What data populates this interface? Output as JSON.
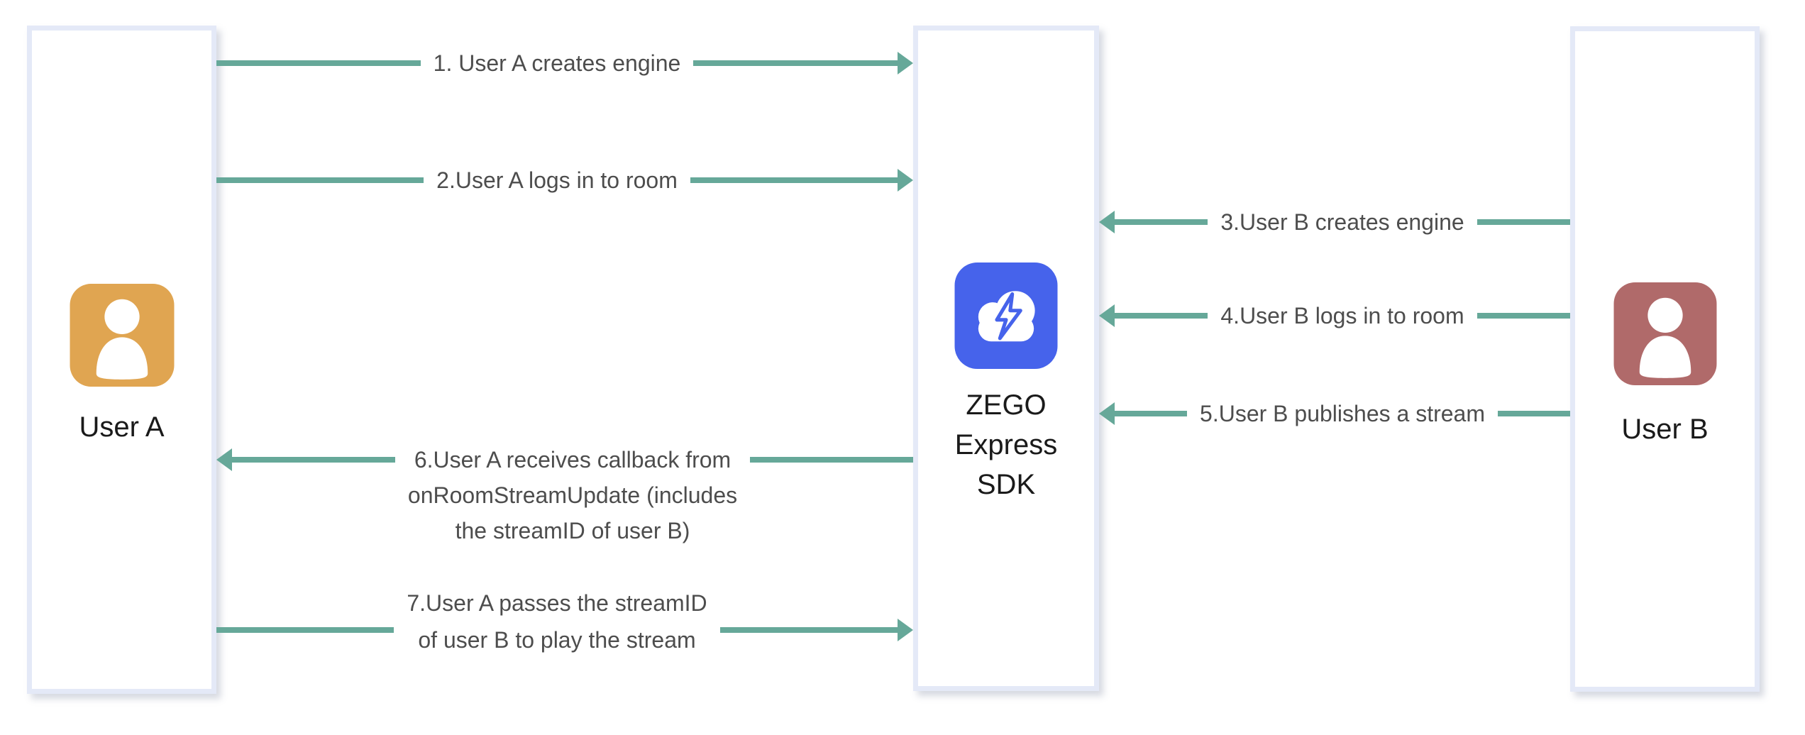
{
  "page": {
    "background": "#ffffff"
  },
  "palette": {
    "arrow": "#66a899",
    "column_border": "#e4e9f7",
    "column_fill": "#ffffff",
    "label_text": "#4d4d4d",
    "title_text": "#1a1a1a",
    "user_a_accent": "#e0a551",
    "user_b_accent": "#b06a6a",
    "sdk_accent": "#4663eb",
    "icon_glyph": "#ffffff"
  },
  "columns": {
    "user_a": {
      "title": "User A",
      "icon": "person-icon"
    },
    "sdk": {
      "title_lines": [
        "ZEGO",
        "Express",
        "SDK"
      ],
      "icon": "cloud-lightning-icon"
    },
    "user_b": {
      "title": "User B",
      "icon": "person-icon"
    }
  },
  "arrows": [
    {
      "step": "1",
      "label": "1. User A creates engine",
      "from": "User A",
      "to": "ZEGO Express SDK",
      "direction": "right"
    },
    {
      "step": "2",
      "label": "2.User A logs in to room",
      "from": "User A",
      "to": "ZEGO Express SDK",
      "direction": "right"
    },
    {
      "step": "3",
      "label": "3.User B creates engine",
      "from": "User B",
      "to": "ZEGO Express SDK",
      "direction": "left"
    },
    {
      "step": "4",
      "label": "4.User B logs in to room",
      "from": "User B",
      "to": "ZEGO Express SDK",
      "direction": "left"
    },
    {
      "step": "5",
      "label": "5.User B publishes a stream",
      "from": "User B",
      "to": "ZEGO Express SDK",
      "direction": "left"
    },
    {
      "step": "6",
      "lines": [
        "6.User A receives callback from",
        "onRoomStreamUpdate (includes",
        "the streamID of user B)"
      ],
      "from": "ZEGO Express SDK",
      "to": "User A",
      "direction": "left"
    },
    {
      "step": "7",
      "lines": [
        "7.User A passes the streamID",
        "of user B to play the stream"
      ],
      "from": "User A",
      "to": "ZEGO Express SDK",
      "direction": "right"
    }
  ]
}
